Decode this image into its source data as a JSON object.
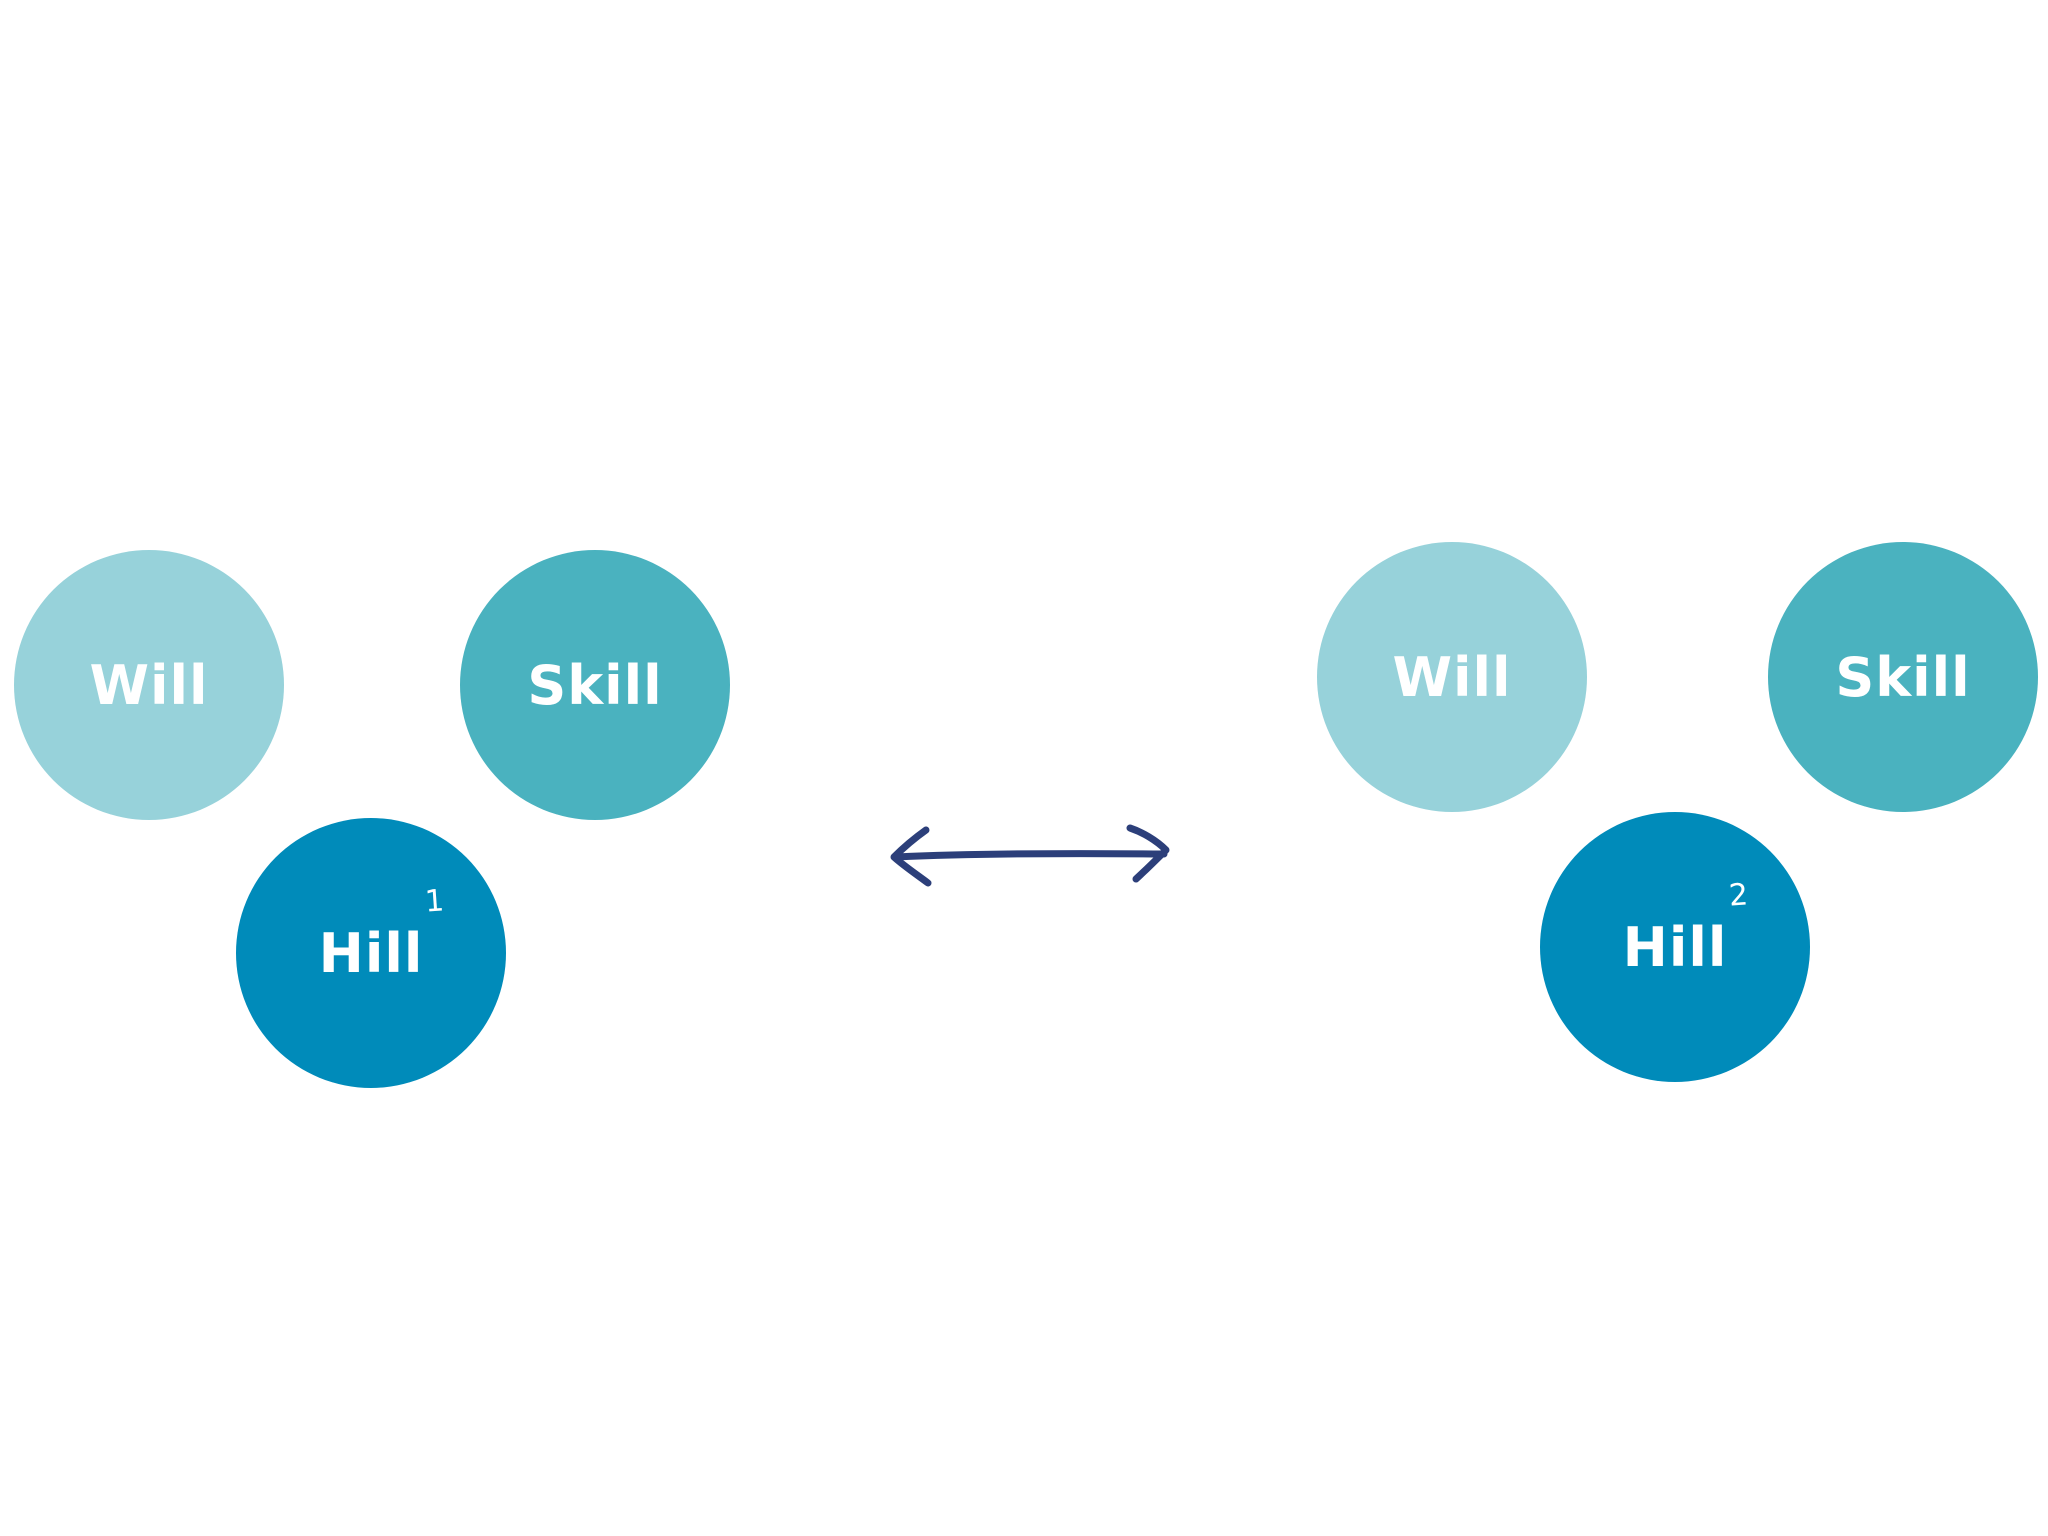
{
  "colors": {
    "will": "#97d2da",
    "skill": "#4ab2bf",
    "hill": "#008bba",
    "arrow": "#2c3f7a"
  },
  "left_group": {
    "will": "Will",
    "skill": "Skill",
    "hill": "Hill",
    "hill_superscript": "1"
  },
  "right_group": {
    "will": "Will",
    "skill": "Skill",
    "hill": "Hill",
    "hill_superscript": "2"
  },
  "connector_icon": "double-headed-arrow-icon"
}
